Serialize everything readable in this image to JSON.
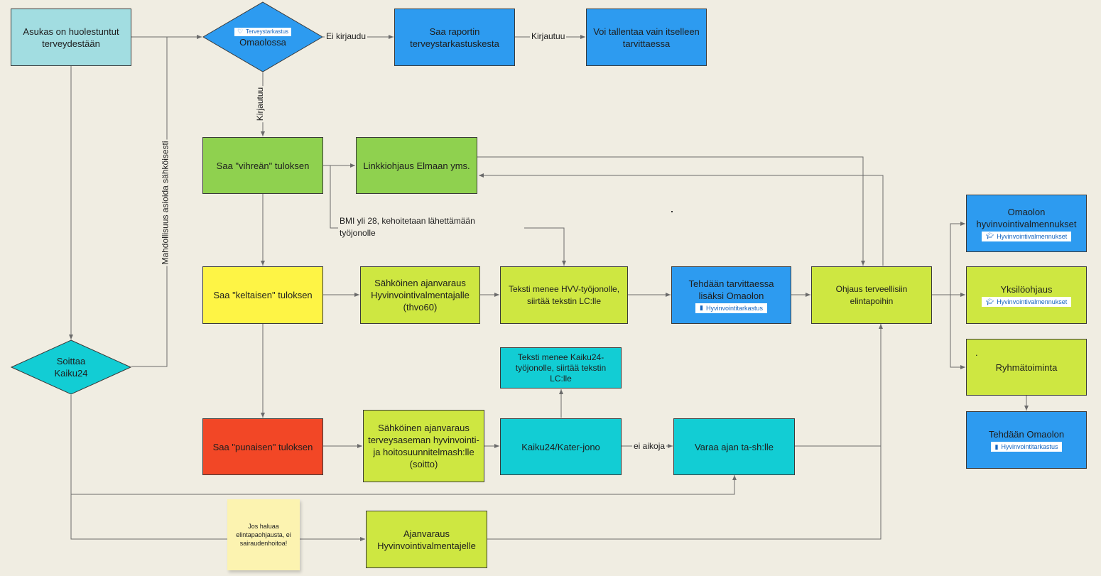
{
  "colors": {
    "teal_light": "#a2dde1",
    "blue": "#2d9bf0",
    "green": "#8fd14f",
    "yellow": "#fef445",
    "red": "#f24726",
    "lime": "#cee741",
    "cyan": "#12cdd4",
    "sticky": "#fcf3b0",
    "line": "#6b6b6b"
  },
  "nodes": {
    "asukas": "Asukas on huolestuntut terveydestään",
    "omaolo": {
      "badge": "Terveystarkastus",
      "badge_icon": "heart-icon",
      "text": "Omaolossa"
    },
    "raportti": "Saa raportin terveystarkastuskesta",
    "tallentaa": "Voi tallentaa vain itselleen tarvittaessa",
    "vihrea": "Saa \"vihreän\" tuloksen",
    "linkki": "Linkkiohjaus Elmaan yms.",
    "keltainen": "Saa \"keltaisen\" tuloksen",
    "sahkoinen_hvv": "Sähköinen ajanvaraus Hyvinvointivalmentajalle (thvo60)",
    "teksti_hvv": "Teksti menee  HVV-työjonolle, siirtää tekstin LC:lle",
    "tehdaan_lisaksi": {
      "text": "Tehdään tarvittaessa lisäksi Omaolon",
      "badge": "Hyvinvointitarkastus",
      "badge_icon": "traffic-light-icon"
    },
    "ohjaus": "Ohjaus terveellisiin elintapoihin",
    "omaolon_valm": {
      "text": "Omaolon hyvinvointivalmennukset",
      "badge": "Hyvinvointivalmennukset",
      "badge_icon": "graduation-cap-icon"
    },
    "yksilo": {
      "text": "Yksilöohjaus",
      "badge": "Hyvinvointivalmennukset",
      "badge_icon": "graduation-cap-icon"
    },
    "ryhma": {
      "text": "Ryhmätoiminta",
      "mark": "."
    },
    "tehdaan_omaolon": {
      "text": "Tehdään  Omaolon",
      "badge": "Hyvinvointitarkastus",
      "badge_icon": "traffic-light-icon"
    },
    "teksti_kaiku": "Teksti menee Kaiku24-työjonolle, siirtää tekstin LC:lle",
    "soittaa": "Soittaa Kaiku24",
    "punainen": "Saa \"punaisen\" tuloksen",
    "sahkoinen_ts": "Sähköinen ajanvaraus terveysaseman hyvinvointi- ja hoitosuunnitelmash:lle (soitto)",
    "kaiku_jono": "Kaiku24/Kater-jono",
    "varaa": "Varaa ajan ta-sh:lle",
    "ajanvaraus_hvv": "Ajanvaraus Hyvinvointivalmentajelle"
  },
  "edge_labels": {
    "ei_kirjaudu": "Ei kirjaudu",
    "kirjautuu_top": "Kirjautuu",
    "kirjautuu_down": "Kirjautuu",
    "mahdollisuus": "Mahdollisuus asioida sähköisesti",
    "bmi": "BMI yli 28, kehoitetaan lähettämään työjonolle",
    "ei_aikoja": "ei aikoja"
  },
  "sticky_note": "Jos haluaa elintapaohjausta, ei sairaudenhoitoa!"
}
